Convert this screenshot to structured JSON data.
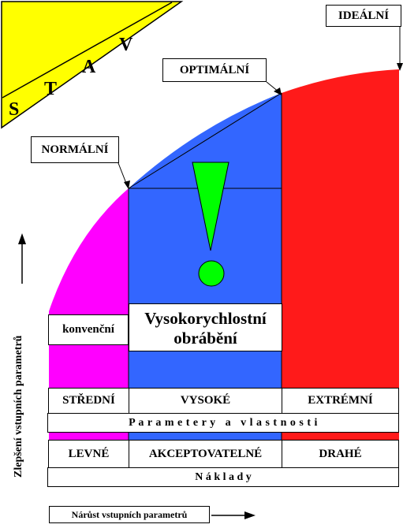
{
  "stav": {
    "letters": [
      "S",
      "T",
      "A",
      "V"
    ]
  },
  "levels": {
    "idealni": "IDEÁLNÍ",
    "optimalni": "OPTIMÁLNÍ",
    "normalni": "NORMÁLNÍ"
  },
  "zones": {
    "conventional": "konvenční",
    "hsc_line1": "Vysokorychlostní",
    "hsc_line2": "obrábění"
  },
  "parameters": {
    "columns": [
      "STŘEDNÍ",
      "VYSOKÉ",
      "EXTRÉMNÍ"
    ],
    "caption": "P a r a m e t e r y   a   v l a s t n o s t i"
  },
  "costs": {
    "columns": [
      "LEVNÉ",
      "AKCEPTOVATELNÉ",
      "DRAHÉ"
    ],
    "caption": "N á k l a d y"
  },
  "axes": {
    "y_label": "Zlepšení vstupních parametrů",
    "x_label": "Nárůst vstupních parametrů"
  },
  "colors": {
    "conventional": "#ff00ff",
    "hsc": "#3366ff",
    "extreme": "#ff1a1a",
    "stav": "#ffff00",
    "exclamation": "#00ff00"
  }
}
